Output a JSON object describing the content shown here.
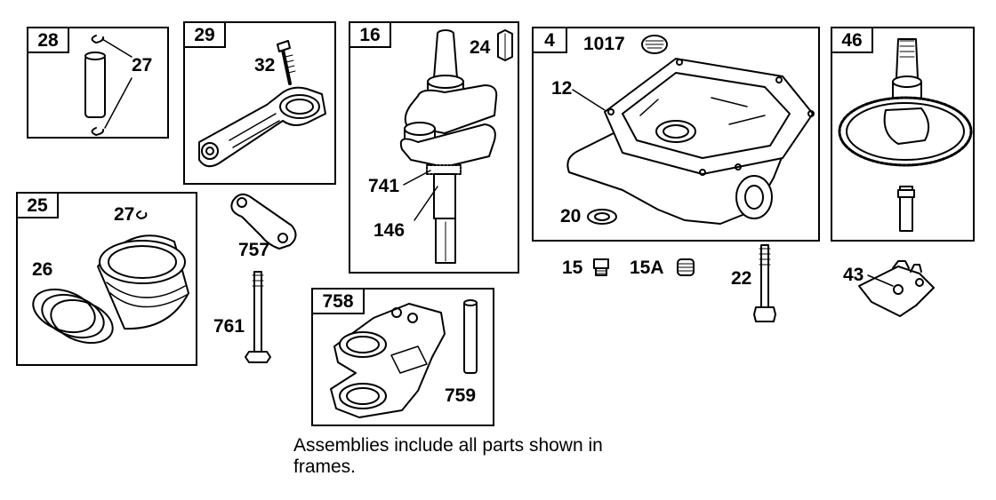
{
  "frames": {
    "f28": "28",
    "f29": "29",
    "f16": "16",
    "f4": "4",
    "f46": "46",
    "f25": "25",
    "f758": "758"
  },
  "labels": {
    "l27a": "27",
    "l32": "32",
    "l24": "24",
    "l1017": "1017",
    "l12": "12",
    "l741": "741",
    "l146": "146",
    "l20": "20",
    "l27b": "27",
    "l26": "26",
    "l757": "757",
    "l761": "761",
    "l15": "15",
    "l15a": "15A",
    "l22": "22",
    "l43": "43",
    "l759": "759"
  },
  "note": {
    "line1": "Assemblies include all parts shown in",
    "line2": "frames."
  }
}
